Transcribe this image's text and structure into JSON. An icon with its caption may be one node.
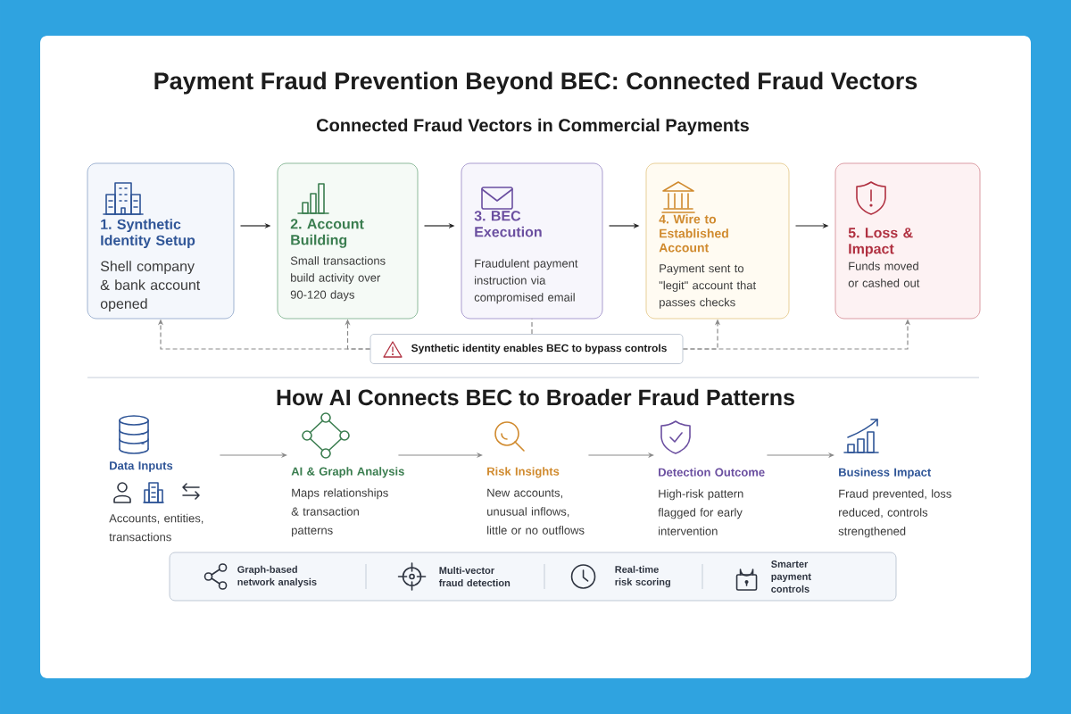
{
  "diagram": {
    "title": "Payment Fraud Prevention Beyond BEC: Connected Fraud Vectors",
    "nodes": [
      {
        "text": [
          "1. Synthetic Identity Setup",
          "Shell company & bank account opened"
        ]
      },
      {
        "text": [
          "2. Account Building",
          "Small transactions build activity over 90-120 days"
        ]
      },
      {
        "text": [
          "3. BEC Execution",
          "Fraudulent payment instruction via compromised email"
        ]
      },
      {
        "text": [
          "4. Wire to Established Account",
          "Payment sent to \"legit\" account that passes checks"
        ]
      },
      {
        "text": [
          "5. Loss & Impact",
          "Funds moved or cashed out"
        ]
      },
      {
        "text": [
          "Synthetic identity enables BEC to bypass controls"
        ]
      },
      {
        "text": [
          "Data Inputs",
          "Accounts, entities, transactions"
        ]
      },
      {
        "text": [
          "AI & Graph Analysis",
          "Maps relationships & transaction patterns"
        ]
      },
      {
        "text": [
          "Risk Insights",
          "New accounts, unusual inflows, little or no outflows"
        ]
      },
      {
        "text": [
          "Detection Outcome",
          "High-risk pattern flagged for early intervention"
        ]
      },
      {
        "text": [
          "Business Impact",
          "Fraud prevented, loss reduced, controls strengthened"
        ]
      },
      {
        "text": [],
        "shape": "box"
      },
      {
        "text": [
          "Graph-based network analysis"
        ],
        "in": 11
      },
      {
        "text": [
          "Multi-vector fraud detection"
        ],
        "in": 11
      },
      {
        "text": [
          "Real-time risk scoring"
        ],
        "in": 11
      },
      {
        "text": [
          "Smarter payment controls"
        ],
        "in": 11
      }
    ],
    "edges": [
      {
        "from": 0,
        "to": 1,
        "arrow": "to",
        "color": "#222222"
      },
      {
        "from": 1,
        "to": 2,
        "arrow": "to",
        "color": "#222222"
      },
      {
        "from": 2,
        "to": 3,
        "arrow": "to",
        "color": "#222222"
      },
      {
        "from": 3,
        "to": 4,
        "arrow": "to",
        "color": "#222222"
      },
      {
        "from": 5,
        "to": 0,
        "arrow": "to",
        "style": "dashed"
      },
      {
        "from": 5,
        "to": 1,
        "arrow": "to",
        "style": "dashed"
      },
      {
        "from": 5,
        "to": 2,
        "arrow": "none",
        "style": "dashed"
      },
      {
        "from": 5,
        "to": 3,
        "arrow": "to",
        "style": "dashed"
      },
      {
        "from": 5,
        "to": 4,
        "arrow": "to",
        "style": "dashed"
      },
      {
        "from": 6,
        "to": 7,
        "arrow": "to"
      },
      {
        "from": 7,
        "to": 8,
        "arrow": "to"
      },
      {
        "from": 8,
        "to": 9,
        "arrow": "to"
      },
      {
        "from": 9,
        "to": 10,
        "arrow": "to"
      }
    ],
    "labels": [
      "Connected Fraud Vectors in Commercial Payments",
      "How AI Connects BEC to Broader Fraud Patterns"
    ]
  }
}
